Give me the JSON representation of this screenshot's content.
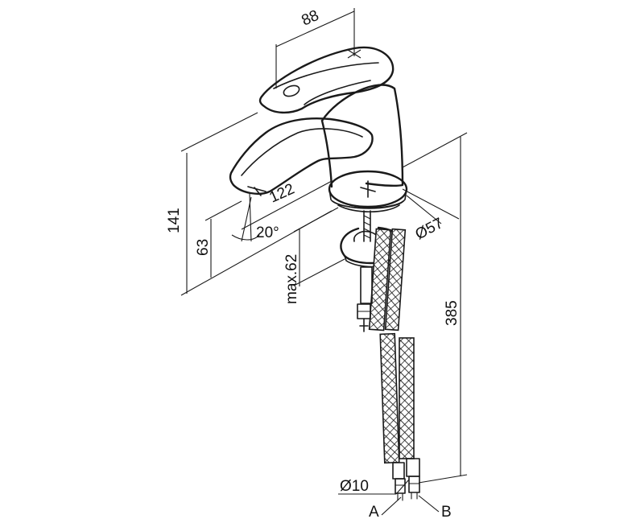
{
  "dimensions": {
    "width_top": "88",
    "height_total": "141",
    "spout_length": "122",
    "angle": "20°",
    "spout_height": "63",
    "max_thickness": "max.62",
    "hole_diameter": "Ø57",
    "total_length": "385",
    "hose_diameter": "Ø10"
  },
  "labels": {
    "hose_a": "A",
    "hose_b": "B"
  }
}
